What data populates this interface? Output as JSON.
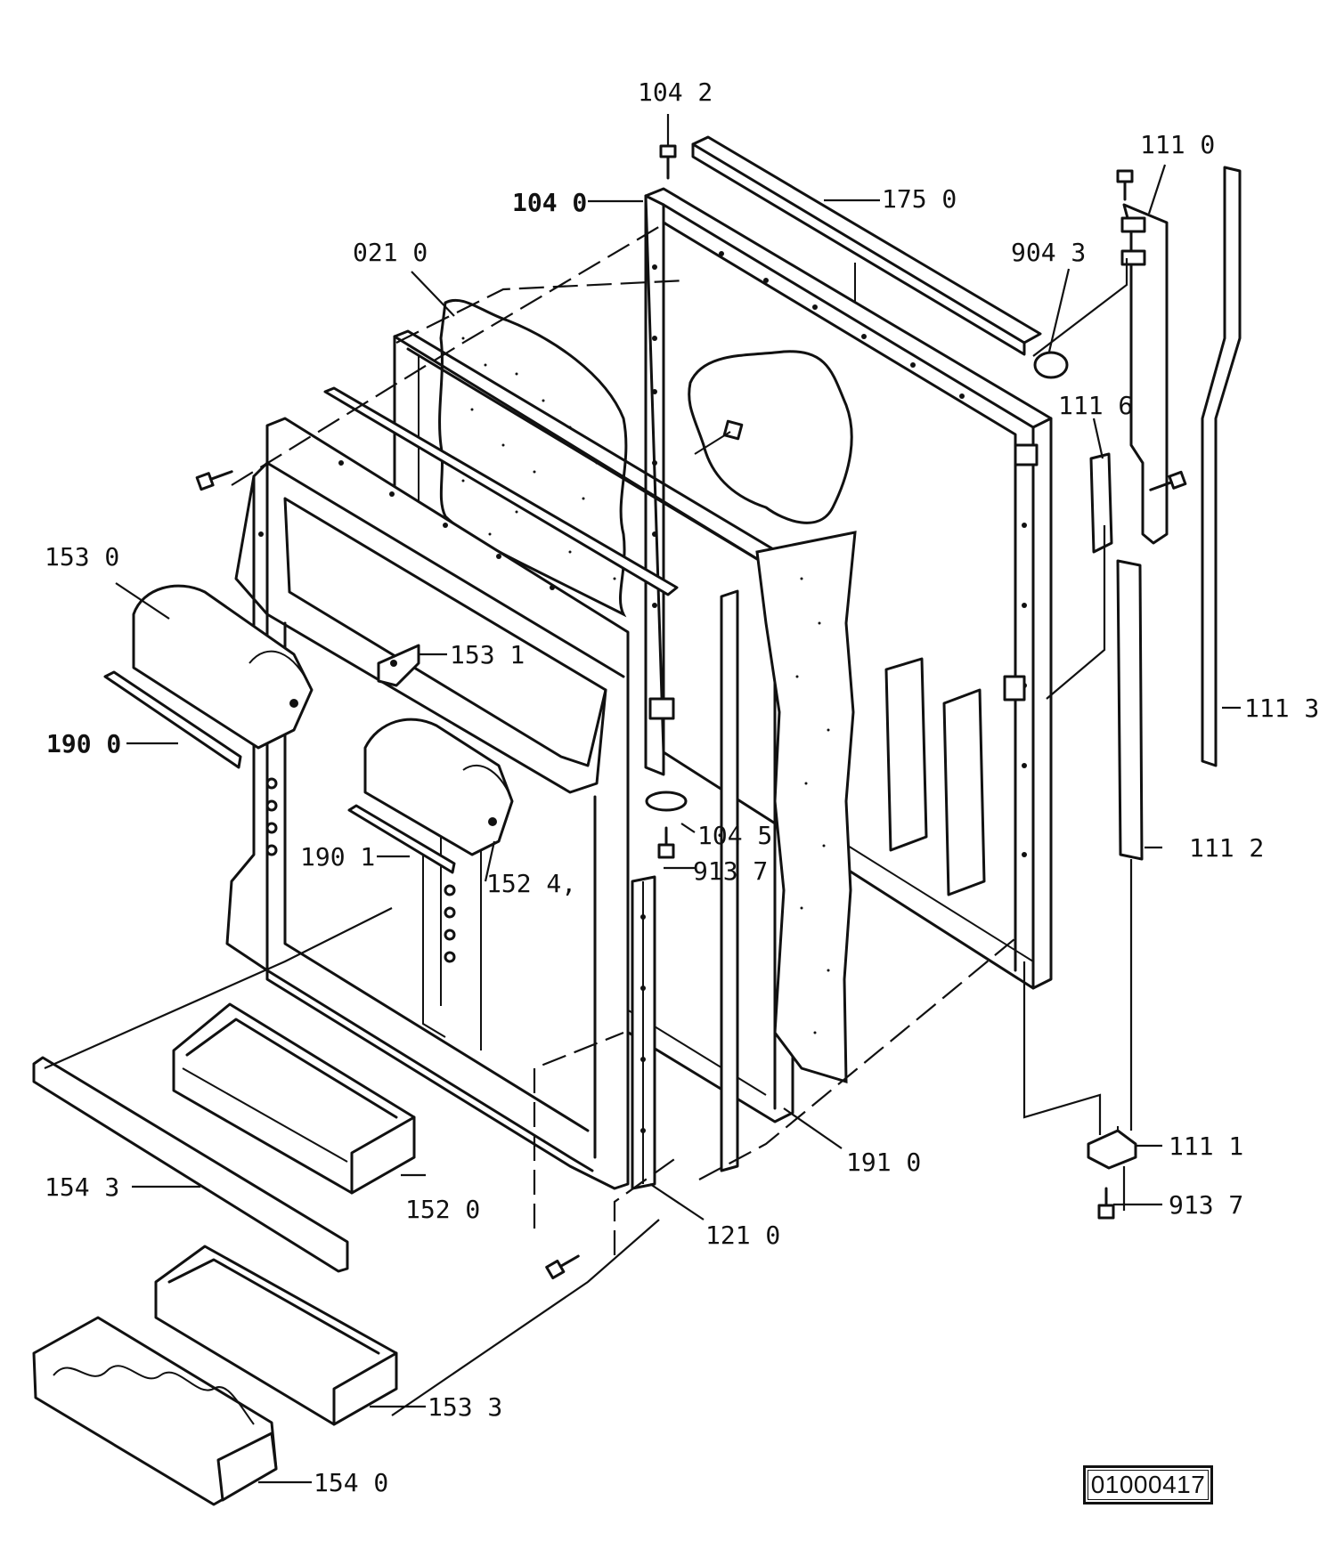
{
  "labels": {
    "p104_2": "104  2",
    "p111_0": "111  0",
    "p104_0": "104  0",
    "p175_0": "175  0",
    "p904_3": "904  3",
    "p021_0": "021  0",
    "p111_6": "111  6",
    "p153_0": "153  0",
    "p153_1": "153  1",
    "p111_3": "111  3",
    "p190_0": "190  0",
    "p104_5": "104  5",
    "p111_2": "111  2",
    "p190_1": "190  1",
    "p913_7_a": "913  7",
    "p152_4": "152  4,",
    "p191_0": "191  0",
    "p111_1": "111  1",
    "p154_3": "154  3",
    "p152_0": "152  0",
    "p913_7_b": "913  7",
    "p121_0": "121  0",
    "p153_3": "153  3",
    "p154_0": "154  0"
  },
  "document_number": "01000417"
}
